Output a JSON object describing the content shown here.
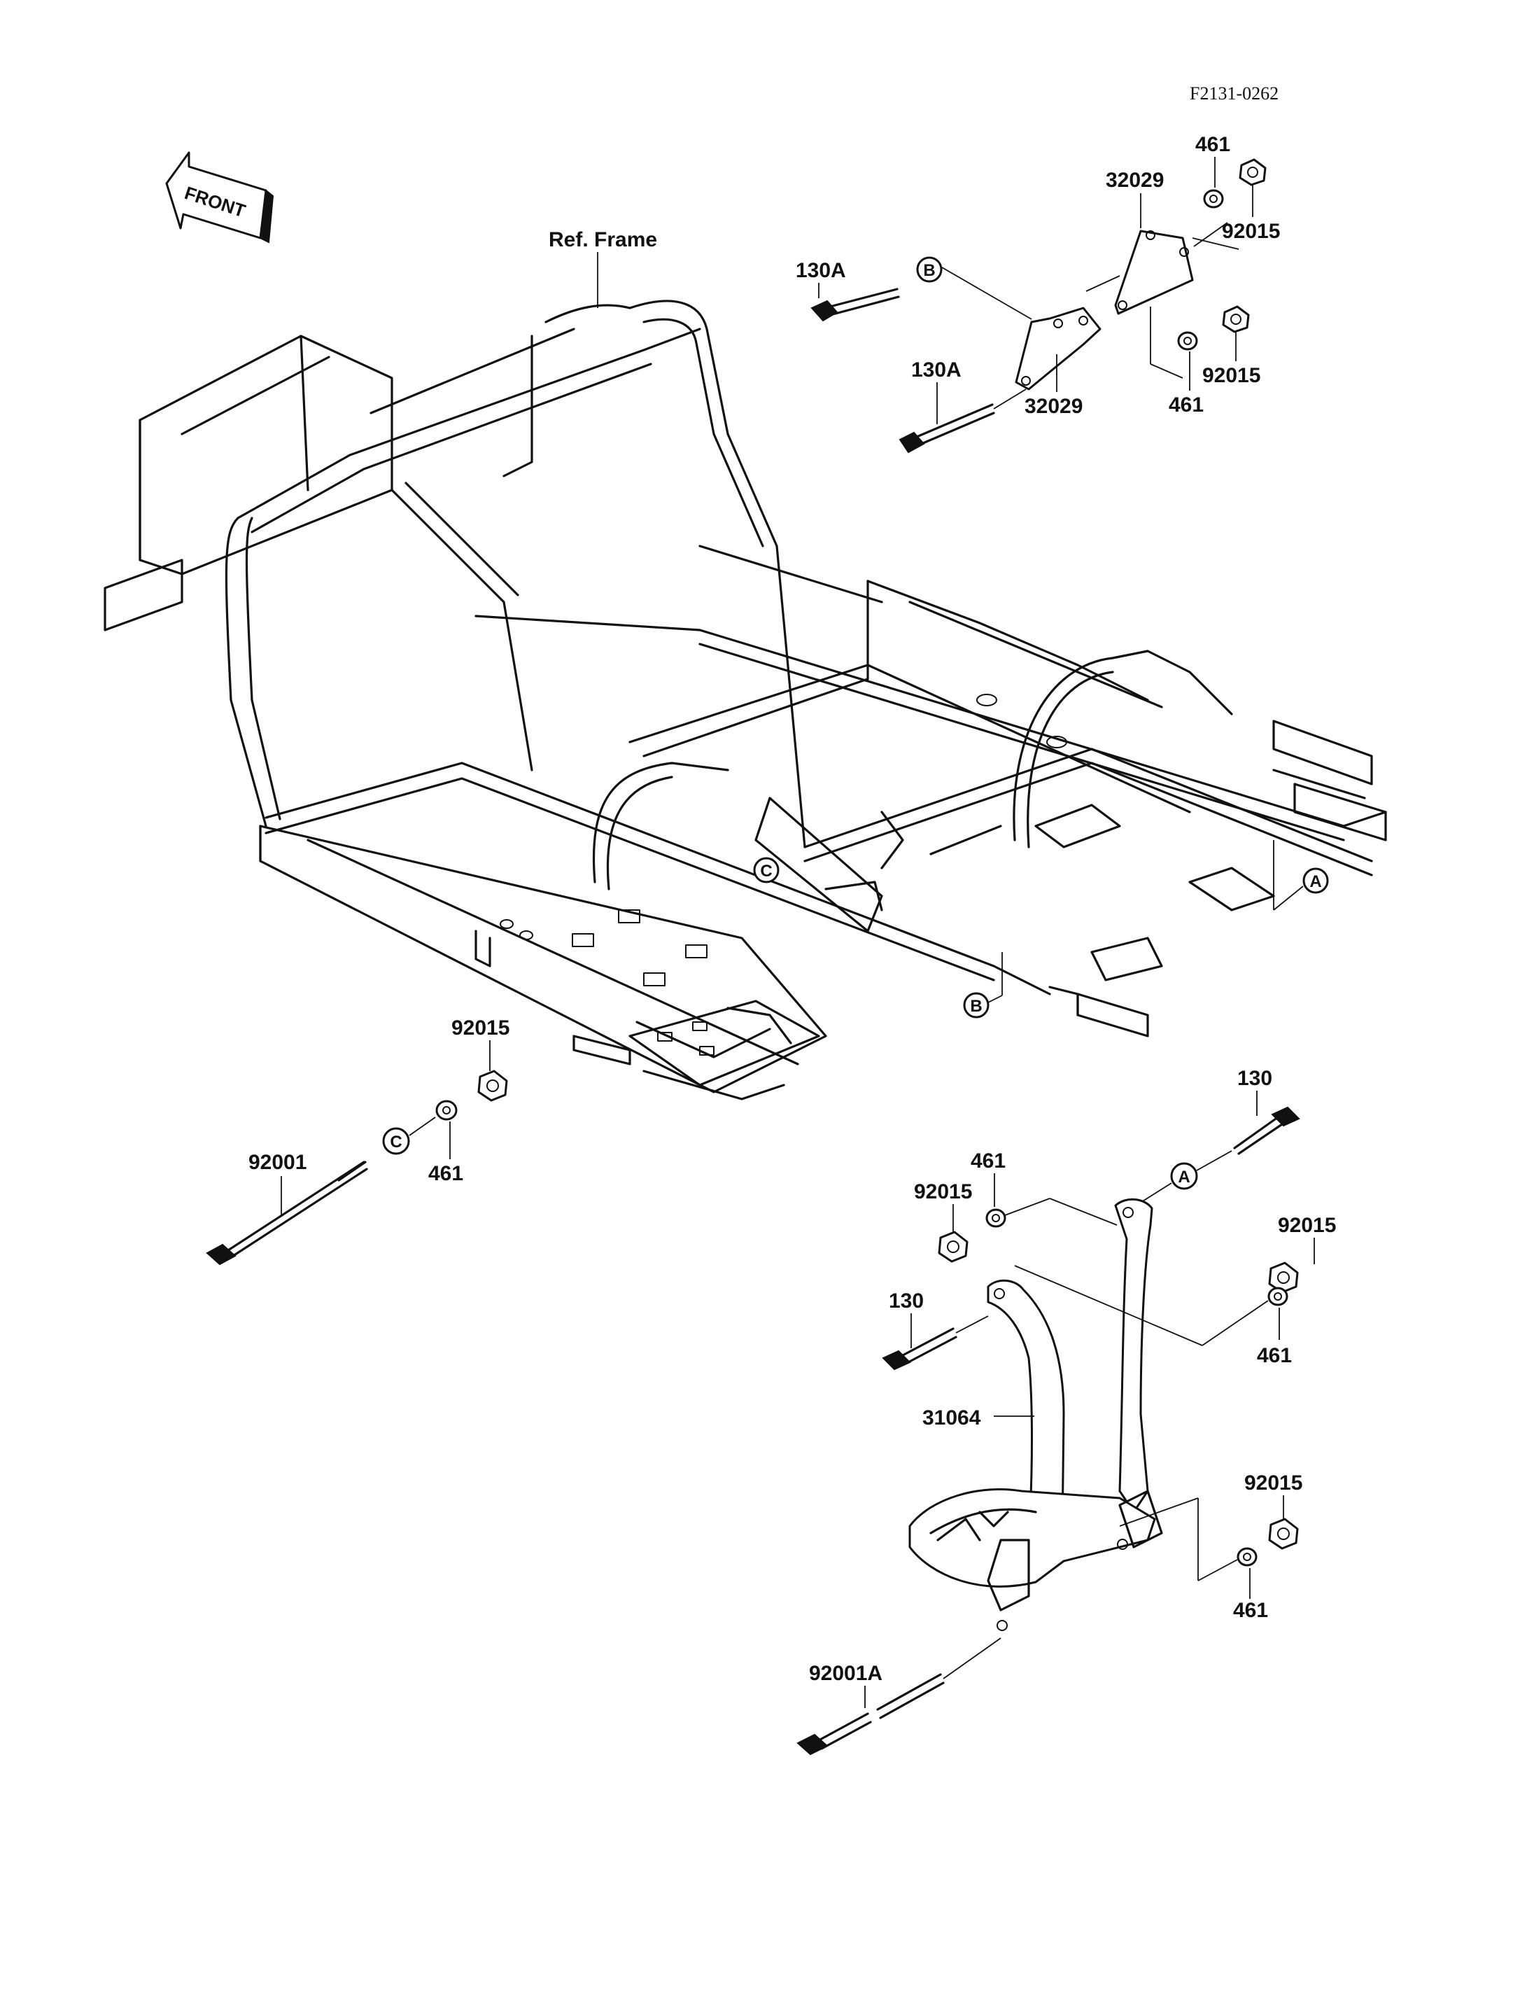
{
  "drawing_code": "F2131-0262",
  "front_arrow_label": "FRONT",
  "ref_frame_label": "Ref. Frame",
  "callouts": {
    "A": "A",
    "B": "B",
    "C": "C"
  },
  "part_numbers": {
    "bolt_130A_upper": "130A",
    "bolt_130A_lower": "130A",
    "bracket_32029_upper": "32029",
    "bracket_32029_lower": "32029",
    "washer_461_top": "461",
    "washer_461_right": "461",
    "nut_92015_top": "92015",
    "nut_92015_right": "92015",
    "nut_92015_left": "92015",
    "washer_461_left": "461",
    "bolt_92001": "92001",
    "bolt_130_top": "130",
    "washer_461_guard_top": "461",
    "nut_92015_guard_top": "92015",
    "nut_92015_guard_right": "92015",
    "washer_461_guard_right": "461",
    "bolt_130_mid": "130",
    "guard_31064": "31064",
    "nut_92015_guard_low": "92015",
    "washer_461_guard_low": "461",
    "bolt_92001A": "92001A"
  }
}
